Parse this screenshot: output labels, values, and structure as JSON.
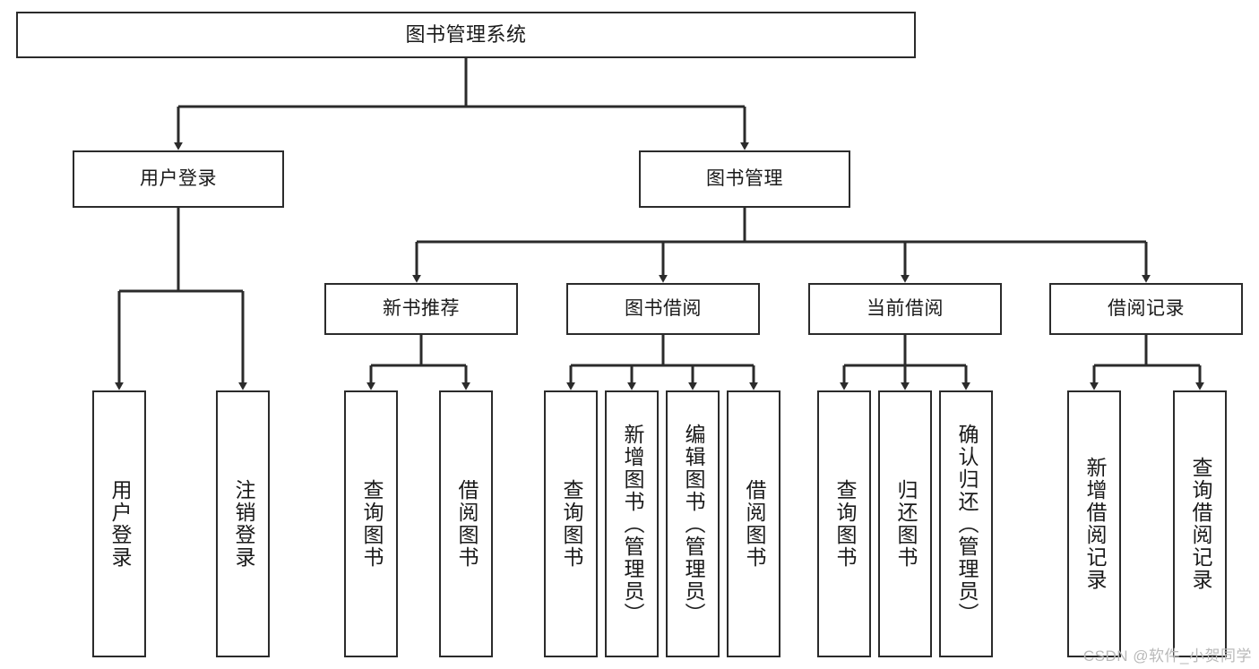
{
  "diagram": {
    "title": "图书管理系统",
    "type": "tree-hierarchy",
    "colors": {
      "box_border": "#2b2b2b",
      "box_fill": "#ffffff",
      "connector": "#2b2b2b",
      "text": "#1a1a1a",
      "watermark": "#b9b9b9"
    },
    "levels": {
      "root": {
        "label": "图书管理系统"
      },
      "level2": [
        {
          "label": "用户登录"
        },
        {
          "label": "图书管理"
        }
      ],
      "level3": [
        {
          "label": "新书推荐"
        },
        {
          "label": "图书借阅"
        },
        {
          "label": "当前借阅"
        },
        {
          "label": "借阅记录"
        }
      ],
      "leaves": {
        "user_login": [
          {
            "label": "用户登录"
          },
          {
            "label": "注销登录"
          }
        ],
        "new_book_recommend": [
          {
            "label": "查询图书"
          },
          {
            "label": "借阅图书"
          }
        ],
        "book_borrow": [
          {
            "label": "查询图书"
          },
          {
            "label": "新增图书（管理员）"
          },
          {
            "label": "编辑图书（管理员）"
          },
          {
            "label": "借阅图书"
          }
        ],
        "current_borrow": [
          {
            "label": "查询图书"
          },
          {
            "label": "归还图书"
          },
          {
            "label": "确认归还（管理员）"
          }
        ],
        "borrow_records": [
          {
            "label": "新增借阅记录"
          },
          {
            "label": "查询借阅记录"
          }
        ]
      }
    }
  },
  "watermark": {
    "text": "CSDN @软件_小贺同学"
  }
}
